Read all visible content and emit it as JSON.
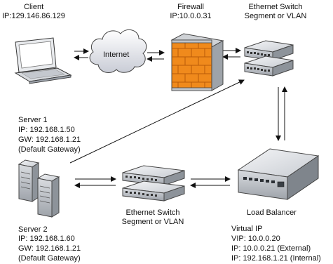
{
  "client": {
    "name": "Client",
    "ip": "IP:129.146.86.129"
  },
  "internet": {
    "label": "Internet"
  },
  "firewall": {
    "name": "Firewall",
    "ip": "IP:10.0.0.31"
  },
  "switch_top": {
    "line1": "Ethernet Switch",
    "line2": "Segment or VLAN"
  },
  "server1": {
    "name": "Server 1",
    "ip": "IP: 192.168.1.50",
    "gw": "GW: 192.168.1.21",
    "note": "(Default Gateway)"
  },
  "switch_bottom": {
    "line1": "Ethernet Switch",
    "line2": "Segment or VLAN"
  },
  "server2": {
    "name": "Server 2",
    "ip": "IP: 192.168.1.60",
    "gw": "GW: 192.168.1.21",
    "note": "(Default Gateway)"
  },
  "load_balancer": {
    "name": "Load Balancer",
    "vip_title": "Virtual IP",
    "vip": "VIP: 10.0.0.20",
    "ip_external": "IP: 10.0.0.21 (External)",
    "ip_internal": "IP: 192.168.1.21 (Internal)"
  },
  "icons": [
    "laptop-icon",
    "cloud-icon",
    "firewall-icon",
    "switch-icon",
    "server-icon",
    "load-balancer-icon"
  ]
}
